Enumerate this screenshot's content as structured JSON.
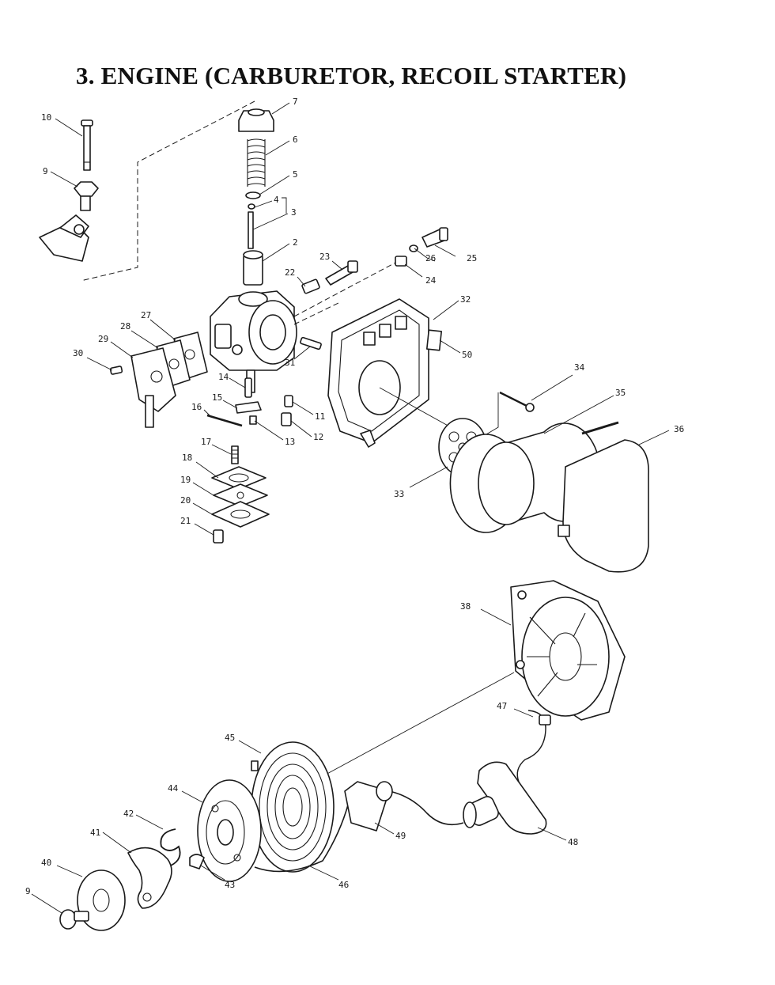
{
  "title": "3. ENGINE (CARBURETOR, RECOIL STARTER)",
  "callouts": {
    "n2": "2",
    "n3": "3",
    "n4": "4",
    "n5": "5",
    "n6": "6",
    "n7": "7",
    "n9": "9",
    "n10": "10",
    "n11": "11",
    "n12": "12",
    "n13": "13",
    "n14": "14",
    "n15": "15",
    "n16": "16",
    "n17": "17",
    "n18": "18",
    "n19": "19",
    "n20": "20",
    "n21": "21",
    "n22": "22",
    "n23": "23",
    "n24": "24",
    "n25": "25",
    "n26": "26",
    "n27": "27",
    "n28": "28",
    "n29": "29",
    "n30": "30",
    "n31": "31",
    "n32": "32",
    "n33": "33",
    "n34": "34",
    "n35": "35",
    "n36": "36",
    "n38": "38",
    "n40": "40",
    "n41": "41",
    "n42": "42",
    "n43": "43",
    "n44": "44",
    "n45": "45",
    "n46": "46",
    "n47": "47",
    "n48": "48",
    "n49": "49",
    "n50": "50",
    "n9b": "9"
  }
}
